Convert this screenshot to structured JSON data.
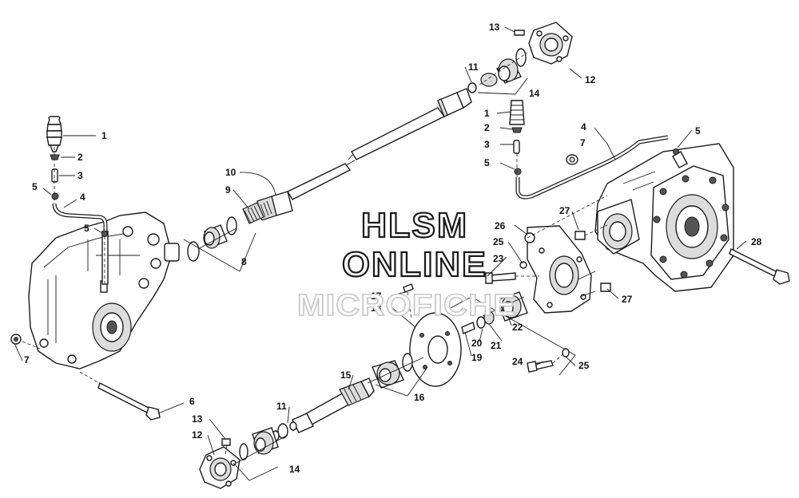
{
  "watermark": {
    "line1": "HLSM",
    "line2": "ONLINE",
    "line3": "MICROFICHE"
  },
  "callouts": [
    {
      "id": "c1a",
      "text": "1"
    },
    {
      "id": "c2a",
      "text": "2"
    },
    {
      "id": "c3a",
      "text": "3"
    },
    {
      "id": "c5a",
      "text": "5"
    },
    {
      "id": "c4a",
      "text": "4"
    },
    {
      "id": "c5b",
      "text": "5"
    },
    {
      "id": "c7a",
      "text": "7"
    },
    {
      "id": "c6",
      "text": "6"
    },
    {
      "id": "c10",
      "text": "10"
    },
    {
      "id": "c9",
      "text": "9"
    },
    {
      "id": "c8",
      "text": "8"
    },
    {
      "id": "c13a",
      "text": "13"
    },
    {
      "id": "c11a",
      "text": "11"
    },
    {
      "id": "c14a",
      "text": "14"
    },
    {
      "id": "c12a",
      "text": "12"
    },
    {
      "id": "c1b",
      "text": "1"
    },
    {
      "id": "c2b",
      "text": "2"
    },
    {
      "id": "c3b",
      "text": "3"
    },
    {
      "id": "c5c",
      "text": "5"
    },
    {
      "id": "c4b",
      "text": "4"
    },
    {
      "id": "c7b",
      "text": "7"
    },
    {
      "id": "c5d",
      "text": "5"
    },
    {
      "id": "c27a",
      "text": "27"
    },
    {
      "id": "c26",
      "text": "26"
    },
    {
      "id": "c25a",
      "text": "25"
    },
    {
      "id": "c23",
      "text": "23"
    },
    {
      "id": "c28",
      "text": "28"
    },
    {
      "id": "c27b",
      "text": "27"
    },
    {
      "id": "c17",
      "text": "17"
    },
    {
      "id": "c18",
      "text": "18"
    },
    {
      "id": "c22",
      "text": "22"
    },
    {
      "id": "c20",
      "text": "20"
    },
    {
      "id": "c21",
      "text": "21"
    },
    {
      "id": "c19",
      "text": "19"
    },
    {
      "id": "c24",
      "text": "24"
    },
    {
      "id": "c25b",
      "text": "25"
    },
    {
      "id": "c15",
      "text": "15"
    },
    {
      "id": "c16",
      "text": "16"
    },
    {
      "id": "c11b",
      "text": "11"
    },
    {
      "id": "c13b",
      "text": "13"
    },
    {
      "id": "c12b",
      "text": "12"
    },
    {
      "id": "c14b",
      "text": "14"
    }
  ]
}
